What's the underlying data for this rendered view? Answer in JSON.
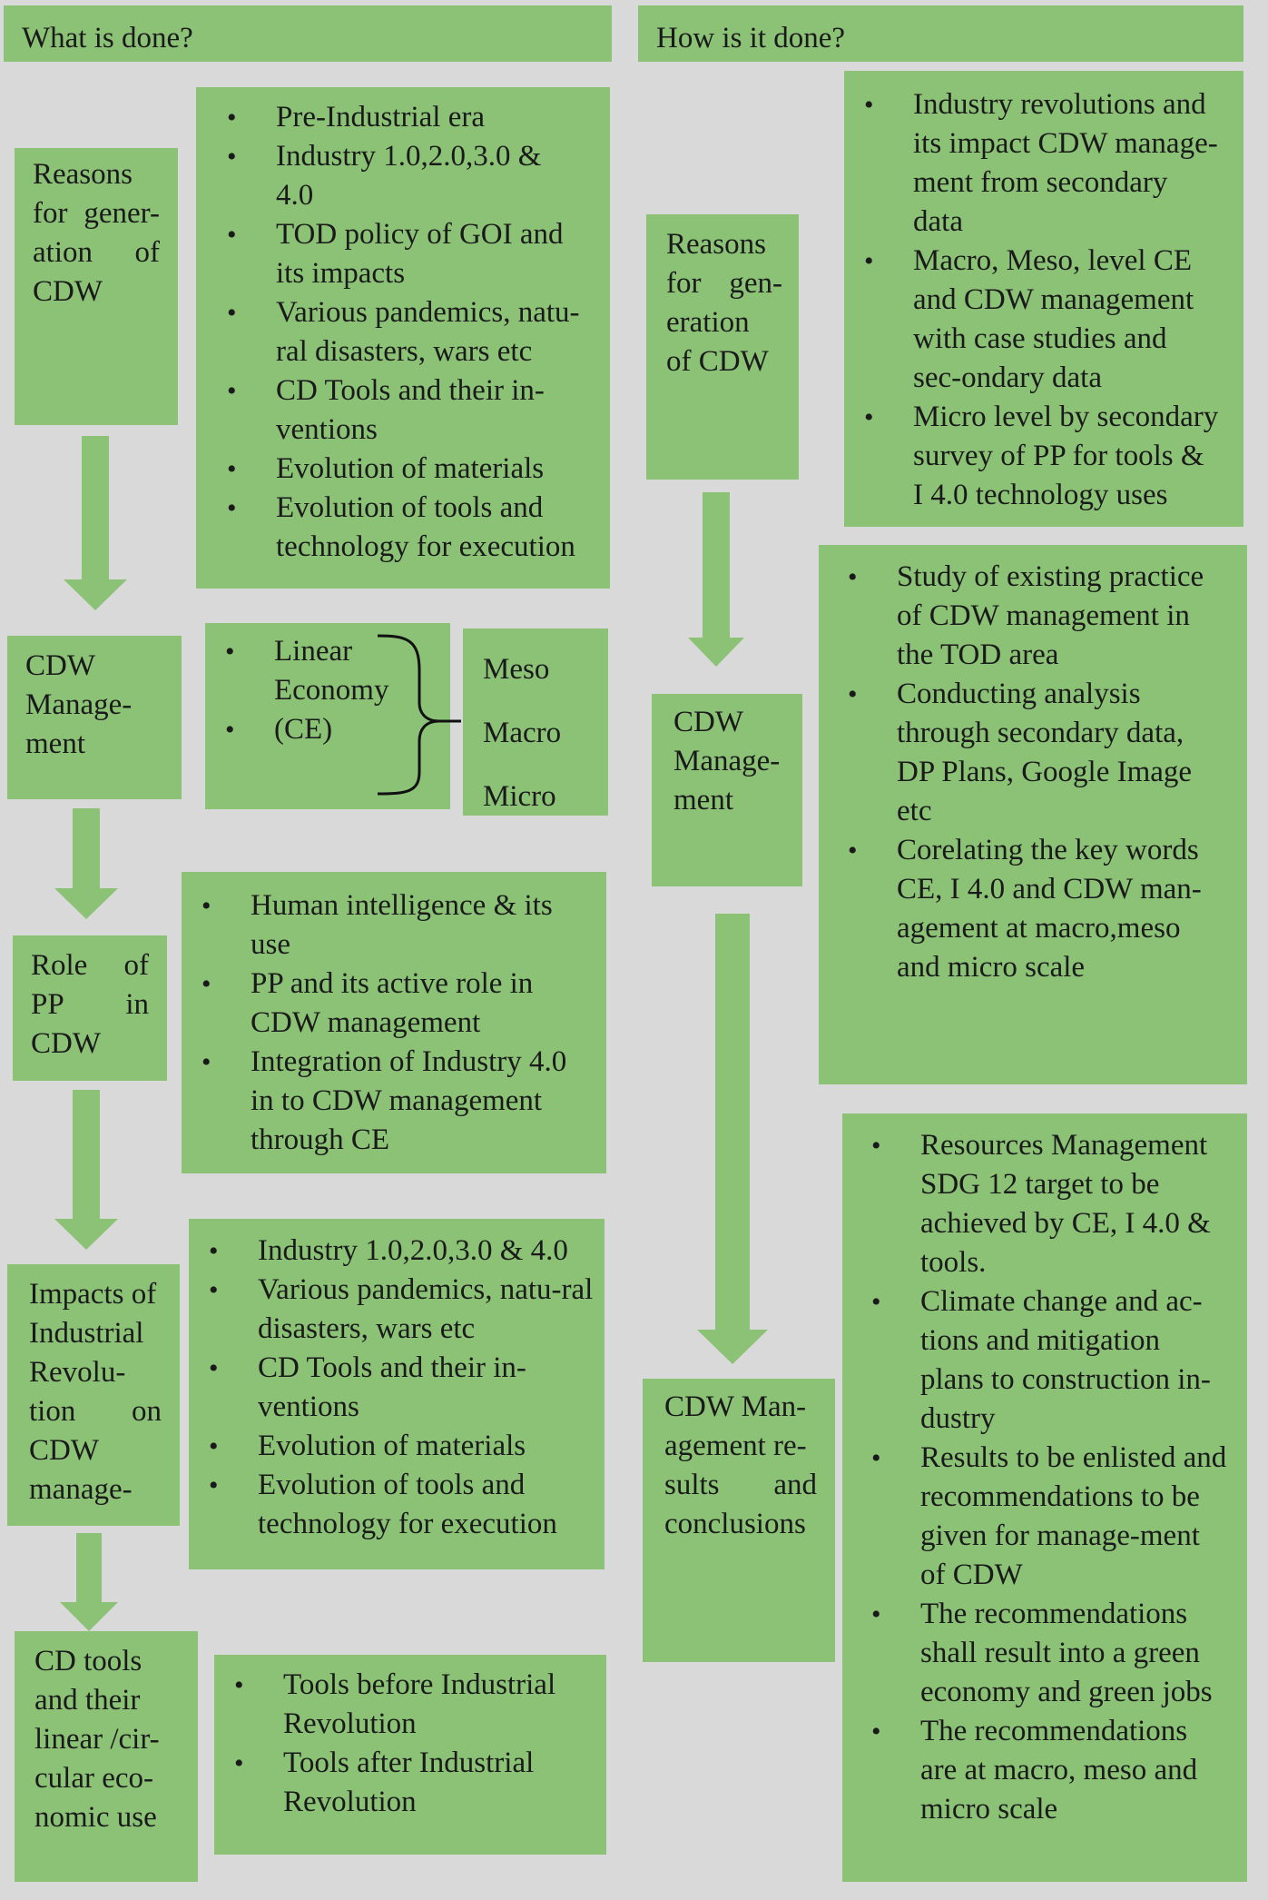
{
  "headers": {
    "left": "What is done?",
    "right": "How is it done?"
  },
  "left": {
    "reasons": {
      "label": [
        "Reasons",
        "for gener-",
        "ation of",
        "CDW"
      ],
      "bullets": [
        "Pre-Industrial era",
        "Industry 1.0,2.0,3.0 & 4.0",
        "TOD policy of GOI and its impacts",
        "Various pandemics, natu-ral disasters, wars etc",
        "CD Tools and their in-ventions",
        "Evolution of materials",
        "Evolution of tools and technology for execution"
      ]
    },
    "management": {
      "label": [
        "CDW",
        "Manage-",
        "ment"
      ],
      "bullets": [
        "Linear",
        "Economy",
        "(CE)"
      ],
      "scales": [
        "Meso",
        "Macro",
        "Micro"
      ]
    },
    "role": {
      "label": [
        "Role of",
        "PP in",
        "CDW"
      ],
      "bullets": [
        "Human intelligence & its use",
        "PP and its active role in CDW management",
        "Integration of Industry 4.0 in to CDW management through CE"
      ]
    },
    "impacts": {
      "label": [
        "Impacts of",
        "Industrial",
        "Revolu-",
        "tion on",
        "CDW",
        "manage-"
      ],
      "bullets": [
        "Industry 1.0,2.0,3.0 & 4.0",
        "Various pandemics, natu-ral disasters, wars etc",
        "CD Tools and their in-ventions",
        "Evolution of materials",
        "Evolution of tools and technology for execution"
      ]
    },
    "tools": {
      "label": [
        "CD tools",
        "and their",
        "linear /cir-",
        "cular eco-",
        "nomic use"
      ],
      "bullets": [
        "Tools before Industrial Revolution",
        "Tools after Industrial Revolution"
      ]
    }
  },
  "right": {
    "reasons": {
      "label": [
        "Reasons",
        "for gen-",
        "eration",
        "of CDW"
      ],
      "bullets": [
        "Industry revolutions and its impact CDW manage-ment from secondary data",
        "Macro, Meso, level CE and CDW management with case studies and sec-ondary data",
        "Micro level by secondary survey of PP for tools & I 4.0 technology uses"
      ]
    },
    "management": {
      "label": [
        "CDW",
        "Manage-",
        "ment"
      ],
      "bullets": [
        "Study of existing practice of CDW management in the TOD area",
        "Conducting analysis through secondary data, DP Plans, Google Image etc",
        "Corelating the key words CE, I 4.0 and CDW man-agement at macro,meso and micro scale"
      ]
    },
    "results": {
      "label": [
        "CDW Man-",
        "agement re-",
        "sults and",
        "conclusions"
      ],
      "bullets": [
        "Resources Management SDG 12 target to be achieved by CE, I 4.0 & tools.",
        "Climate change and ac-tions and mitigation plans to construction in-dustry",
        "Results to be enlisted and recommendations to be given for manage-ment of CDW",
        "The recommendations shall result into a green economy and green jobs",
        "The recommendations are at macro, meso and micro scale"
      ]
    }
  },
  "colors": {
    "box": "#8bc276",
    "background": "#d9d9d9",
    "arrow": "#8bc276"
  }
}
